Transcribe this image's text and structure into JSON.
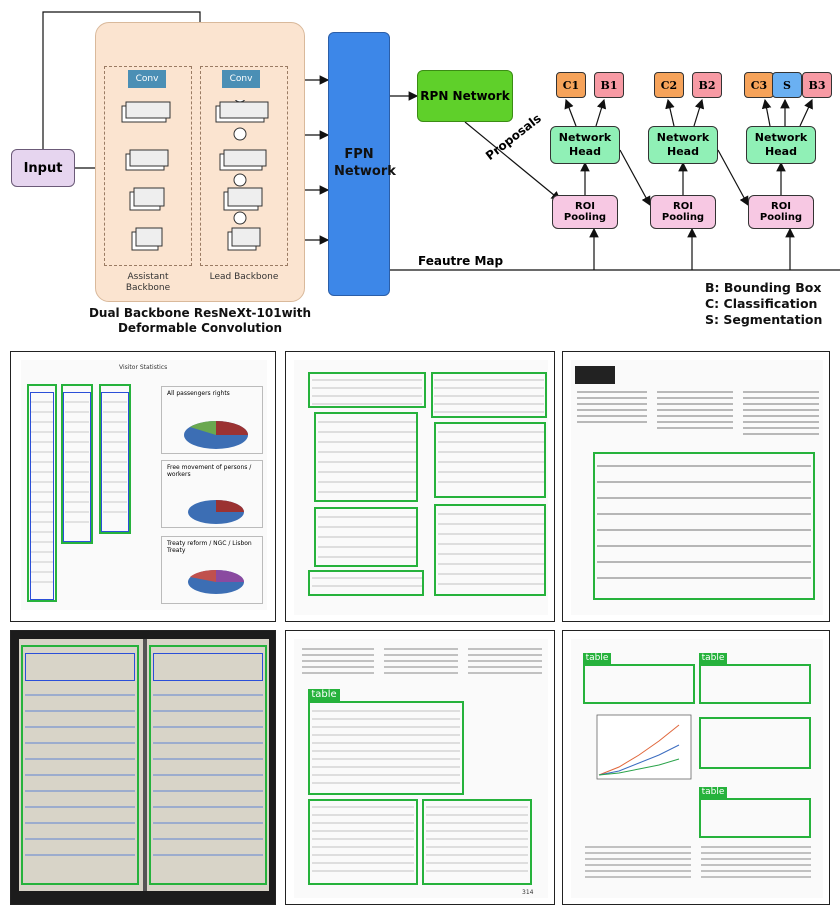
{
  "diagram": {
    "input_label": "Input",
    "conv_label": "Conv",
    "assistant_label": "Assistant Backbone",
    "lead_label": "Lead Backbone",
    "backbone_caption": "Dual Backbone ResNeXt-101with Deformable Convolution",
    "fpn_label": "FPN Network",
    "rpn_label": "RPN Network",
    "proposals_label": "Proposals",
    "feature_map_label": "Feautre Map",
    "heads": [
      {
        "outputs": [
          "C1",
          "B1"
        ],
        "head_label": "Network Head",
        "roi_label": "ROI Pooling"
      },
      {
        "outputs": [
          "C2",
          "B2"
        ],
        "head_label": "Network Head",
        "roi_label": "ROI Pooling"
      },
      {
        "outputs": [
          "C3",
          "S",
          "B3"
        ],
        "head_label": "Network Head",
        "roi_label": "ROI Pooling"
      }
    ],
    "legend": [
      "B: Bounding Box",
      "C: Classification",
      "S: Segmentation"
    ]
  },
  "examples": {
    "chart_page_title": "Visitor Statistics",
    "chart_titles": [
      "All passengers rights",
      "Free movement of persons / workers",
      "Treaty reform / NGC / Lisbon Treaty"
    ],
    "table_tag": "table",
    "page_numbers": [
      "314"
    ]
  },
  "colors": {
    "backbone_bg": "#fbe4d0",
    "fpn": "#3d87e8",
    "rpn": "#5fd02a",
    "head": "#90f0b6",
    "roi": "#f7c8e3",
    "class_box": "#f6a35a",
    "bbox_box": "#f79aa4",
    "seg_box": "#6ab0f2",
    "detection": "#26b23c",
    "cell_box": "#2b4fd8"
  }
}
